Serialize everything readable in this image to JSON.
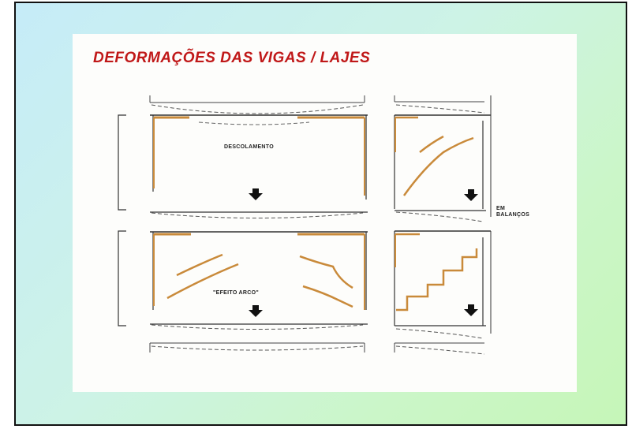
{
  "slide": {
    "background_colors": [
      "#c6ecf8",
      "#cbf6c8"
    ],
    "border_color": "#111111"
  },
  "diagram": {
    "title": "DEFORMAÇÕES DAS VIGAS / LAJES",
    "title_color": "#c01818",
    "crack_color": "#c98a3a",
    "labels": {
      "detachment": "DESCOLAMENTO",
      "arch_effect": "\"EFEITO ARCO\"",
      "cantilever_line1": "EM",
      "cantilever_line2": "BALANÇOS"
    },
    "icons": [
      "down-arrow-icon",
      "down-arrow-icon",
      "down-arrow-icon",
      "down-arrow-icon"
    ]
  }
}
